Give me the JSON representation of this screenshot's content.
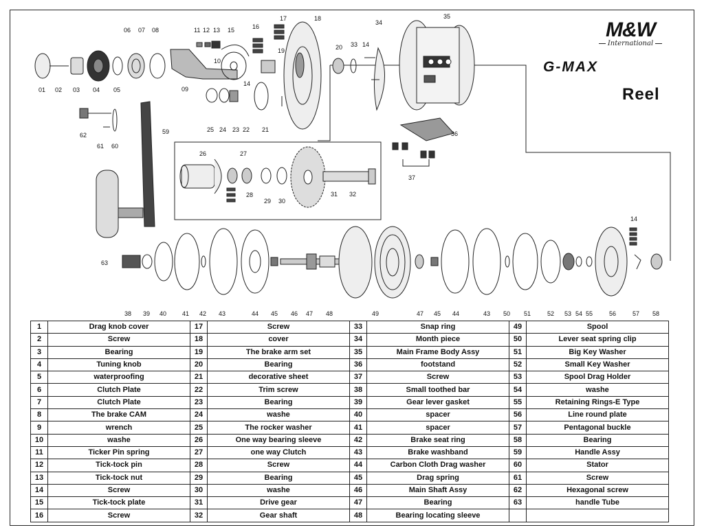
{
  "brand": {
    "logo_text": "M&W",
    "logo_sub": "International",
    "model": "G-MAX",
    "subtitle": "Reel"
  },
  "callouts": [
    "01",
    "02",
    "03",
    "04",
    "05",
    "06",
    "07",
    "08",
    "09",
    "10",
    "11",
    "12",
    "13",
    "14",
    "14",
    "14",
    "15",
    "16",
    "17",
    "18",
    "19",
    "20",
    "21",
    "22",
    "23",
    "24",
    "25",
    "26",
    "27",
    "28",
    "29",
    "30",
    "31",
    "32",
    "33",
    "34",
    "35",
    "36",
    "37",
    "38",
    "39",
    "40",
    "41",
    "42",
    "43",
    "43",
    "44",
    "44",
    "45",
    "45",
    "46",
    "47",
    "47",
    "48",
    "49",
    "50",
    "51",
    "52",
    "53",
    "54",
    "55",
    "56",
    "57",
    "58",
    "59",
    "60",
    "61",
    "62",
    "63"
  ],
  "parts_table": {
    "columns": [
      [
        {
          "num": "1",
          "name": "Drag knob cover"
        },
        {
          "num": "2",
          "name": "Screw"
        },
        {
          "num": "3",
          "name": "Bearing"
        },
        {
          "num": "4",
          "name": "Tuning knob"
        },
        {
          "num": "5",
          "name": "waterproofing"
        },
        {
          "num": "6",
          "name": "Clutch Plate"
        },
        {
          "num": "7",
          "name": "Clutch Plate"
        },
        {
          "num": "8",
          "name": "The brake CAM"
        },
        {
          "num": "9",
          "name": "wrench"
        },
        {
          "num": "10",
          "name": "washe"
        },
        {
          "num": "11",
          "name": "Ticker Pin spring"
        },
        {
          "num": "12",
          "name": "Tick-tock pin"
        },
        {
          "num": "13",
          "name": "Tick-tock nut"
        },
        {
          "num": "14",
          "name": "Screw"
        },
        {
          "num": "15",
          "name": "Tick-tock plate"
        },
        {
          "num": "16",
          "name": "Screw"
        }
      ],
      [
        {
          "num": "17",
          "name": "Screw"
        },
        {
          "num": "18",
          "name": "cover"
        },
        {
          "num": "19",
          "name": "The brake arm set"
        },
        {
          "num": "20",
          "name": "Bearing"
        },
        {
          "num": "21",
          "name": "decorative sheet"
        },
        {
          "num": "22",
          "name": "Trim screw"
        },
        {
          "num": "23",
          "name": "Bearing"
        },
        {
          "num": "24",
          "name": "washe"
        },
        {
          "num": "25",
          "name": "The rocker washer"
        },
        {
          "num": "26",
          "name": "One way bearing sleeve"
        },
        {
          "num": "27",
          "name": "one way Clutch"
        },
        {
          "num": "28",
          "name": "Screw"
        },
        {
          "num": "29",
          "name": "Bearing"
        },
        {
          "num": "30",
          "name": "washe"
        },
        {
          "num": "31",
          "name": "Drive gear"
        },
        {
          "num": "32",
          "name": "Gear shaft"
        }
      ],
      [
        {
          "num": "33",
          "name": "Snap ring"
        },
        {
          "num": "34",
          "name": "Month piece"
        },
        {
          "num": "35",
          "name": "Main Frame Body Assy"
        },
        {
          "num": "36",
          "name": "footstand"
        },
        {
          "num": "37",
          "name": "Screw"
        },
        {
          "num": "38",
          "name": "Small toothed bar"
        },
        {
          "num": "39",
          "name": "Gear lever gasket"
        },
        {
          "num": "40",
          "name": "spacer"
        },
        {
          "num": "41",
          "name": "spacer"
        },
        {
          "num": "42",
          "name": "Brake seat ring"
        },
        {
          "num": "43",
          "name": "Brake washband"
        },
        {
          "num": "44",
          "name": "Carbon Cloth Drag washer"
        },
        {
          "num": "45",
          "name": "Drag spring"
        },
        {
          "num": "46",
          "name": "Main Shaft Assy"
        },
        {
          "num": "47",
          "name": "Bearing"
        },
        {
          "num": "48",
          "name": "Bearing locating sleeve"
        }
      ],
      [
        {
          "num": "49",
          "name": "Spool"
        },
        {
          "num": "50",
          "name": "Lever seat spring clip"
        },
        {
          "num": "51",
          "name": "Big Key Washer"
        },
        {
          "num": "52",
          "name": "Small Key Washer"
        },
        {
          "num": "53",
          "name": "Spool Drag Holder"
        },
        {
          "num": "54",
          "name": "washe"
        },
        {
          "num": "55",
          "name": "Retaining Rings-E Type"
        },
        {
          "num": "56",
          "name": "Line round plate"
        },
        {
          "num": "57",
          "name": "Pentagonal buckle"
        },
        {
          "num": "58",
          "name": "Bearing"
        },
        {
          "num": "59",
          "name": "Handle Assy"
        },
        {
          "num": "60",
          "name": "Stator"
        },
        {
          "num": "61",
          "name": "Screw"
        },
        {
          "num": "62",
          "name": "Hexagonal screw"
        },
        {
          "num": "63",
          "name": "handle Tube"
        },
        {
          "num": "",
          "name": ""
        }
      ]
    ]
  }
}
